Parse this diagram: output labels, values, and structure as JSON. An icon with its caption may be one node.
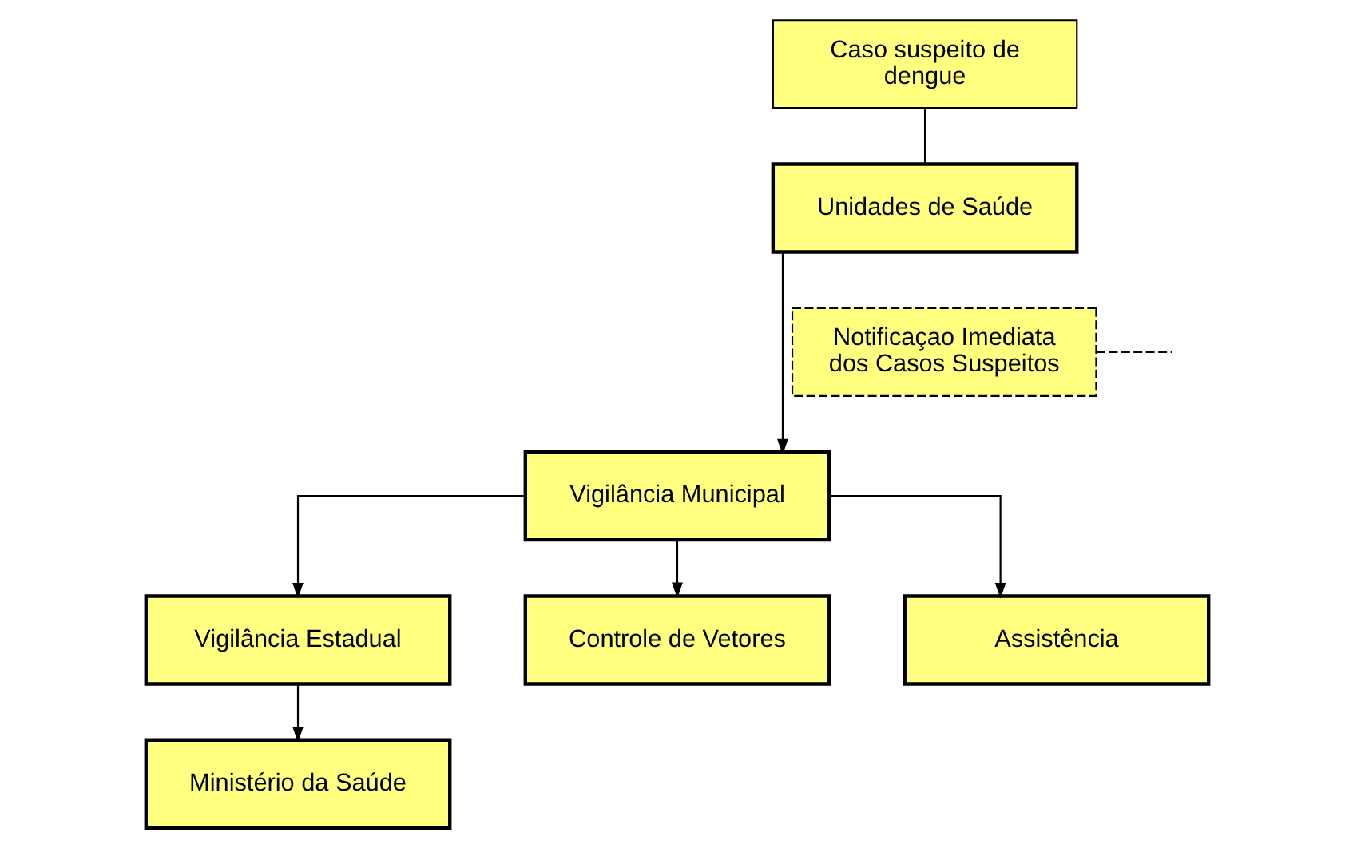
{
  "diagram": {
    "nodes": [
      {
        "text": [
          "Caso suspeito de dengue"
        ]
      },
      {
        "text": [
          "Unidades de Saúde"
        ]
      },
      {
        "text": [
          "Notificaçao Imediata dos Casos Suspeitos"
        ]
      },
      {
        "text": [
          "Vigilância Municipal"
        ]
      },
      {
        "text": [
          "Vigilância Estadual"
        ]
      },
      {
        "text": [
          "Controle de Vetores"
        ]
      },
      {
        "text": [
          "Assistência"
        ]
      },
      {
        "text": [
          "Ministério da Saúde"
        ]
      }
    ],
    "edges": [
      {
        "from": 0,
        "to": 1,
        "arrow": "none"
      },
      {
        "from": 1,
        "to": 3,
        "arrow": "to"
      },
      {
        "from": 2,
        "to": null,
        "arrow": "none",
        "style": "dashed"
      },
      {
        "from": 3,
        "to": 4,
        "arrow": "to"
      },
      {
        "from": 3,
        "to": 5,
        "arrow": "to"
      },
      {
        "from": 3,
        "to": 6,
        "arrow": "to"
      },
      {
        "from": 4,
        "to": 7,
        "arrow": "to"
      }
    ]
  }
}
